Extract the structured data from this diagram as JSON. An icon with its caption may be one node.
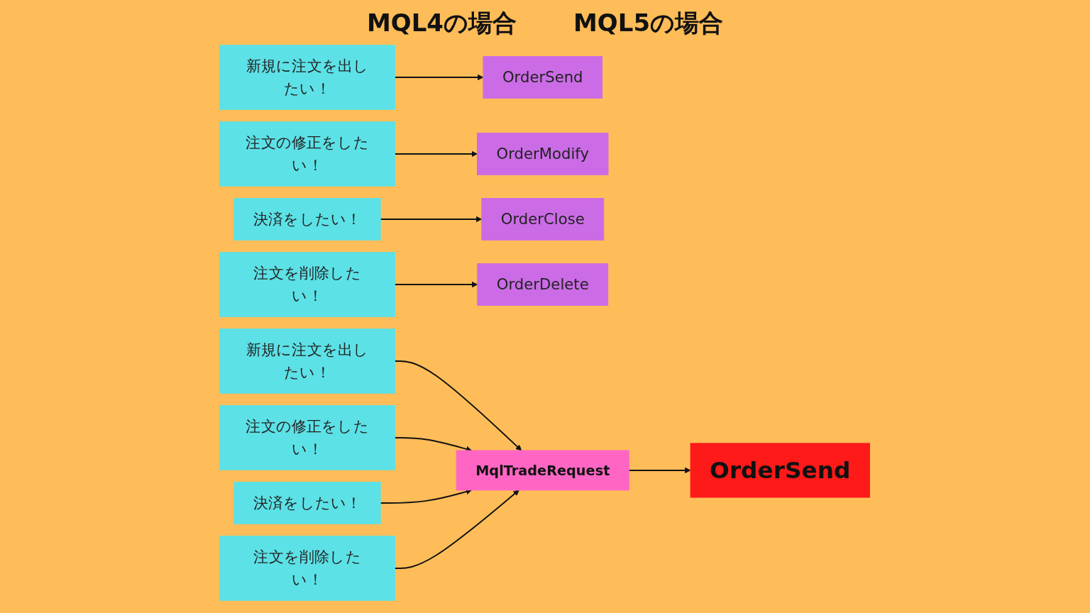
{
  "diagram": {
    "nodes": [
      {
        "text": [
          "新規に注文を出したい！"
        ]
      },
      {
        "text": [
          "注文の修正をしたい！"
        ]
      },
      {
        "text": [
          "決済をしたい！"
        ]
      },
      {
        "text": [
          "注文を削除したい！"
        ]
      },
      {
        "text": [
          "OrderSend"
        ]
      },
      {
        "text": [
          "OrderModify"
        ]
      },
      {
        "text": [
          "OrderClose"
        ]
      },
      {
        "text": [
          "OrderDelete"
        ]
      },
      {
        "text": [
          "新規に注文を出したい！"
        ]
      },
      {
        "text": [
          "注文の修正をしたい！"
        ]
      },
      {
        "text": [
          "決済をしたい！"
        ]
      },
      {
        "text": [
          "注文を削除したい！"
        ]
      },
      {
        "text": [
          "MqlTradeRequest"
        ]
      },
      {
        "text": [
          "OrderSend"
        ]
      }
    ],
    "edges": [
      {
        "from": 0,
        "to": 4,
        "arrow": "to"
      },
      {
        "from": 1,
        "to": 5,
        "arrow": "to"
      },
      {
        "from": 2,
        "to": 6,
        "arrow": "to"
      },
      {
        "from": 3,
        "to": 7,
        "arrow": "to"
      },
      {
        "from": 8,
        "to": 12,
        "arrow": "to"
      },
      {
        "from": 9,
        "to": 12,
        "arrow": "to"
      },
      {
        "from": 10,
        "to": 12,
        "arrow": "to"
      },
      {
        "from": 11,
        "to": 12,
        "arrow": "to"
      },
      {
        "from": 12,
        "to": 13,
        "arrow": "to"
      }
    ],
    "labels": [
      "MQL4の場合",
      "MQL5の場合"
    ]
  }
}
